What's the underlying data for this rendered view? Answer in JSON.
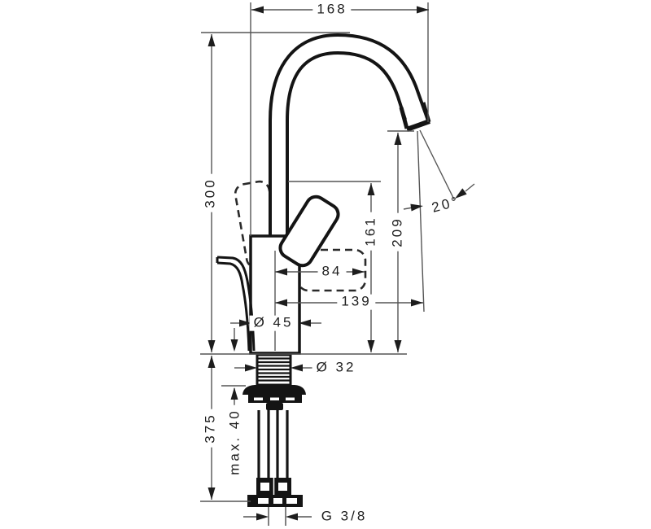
{
  "diagram": {
    "type": "faucet-installation-dimension-drawing",
    "units": "mm",
    "dimensions": {
      "spout_reach": "168",
      "total_height": "300",
      "outlet_height": "161",
      "tip_height": "209",
      "handle_offset": "84",
      "spout_tip_offset": "139",
      "body_diameter": "Ø 45",
      "shank_diameter": "Ø 32",
      "hose_length": "375",
      "max_mounting_thickness": "max. 40",
      "connection_thread": "G 3/8",
      "spray_angle": "20°"
    },
    "colors": {
      "background": "#ffffff",
      "dimension_line": "#555555",
      "drawing_ink": "#141414"
    }
  }
}
